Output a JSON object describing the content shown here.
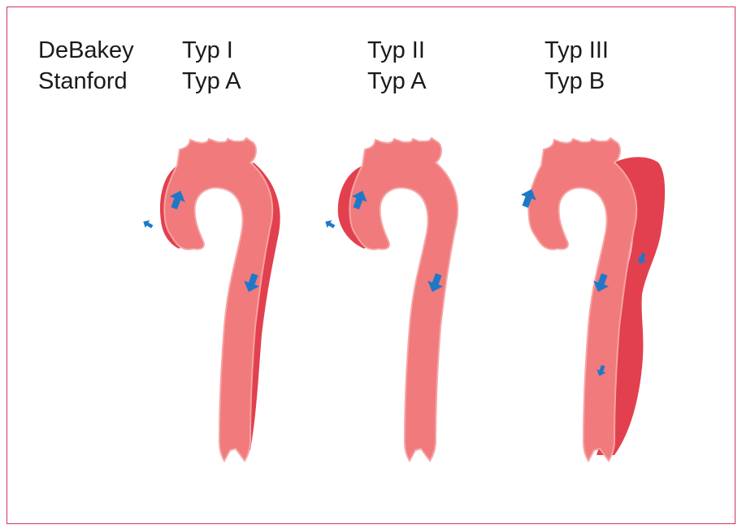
{
  "row_labels": {
    "debakey": "DeBakey",
    "stanford": "Stanford"
  },
  "types": [
    {
      "debakey": "Typ I",
      "stanford": "Typ A",
      "dissection": "ascending, arch and descending aorta"
    },
    {
      "debakey": "Typ II",
      "stanford": "Typ A",
      "dissection": "ascending aorta only"
    },
    {
      "debakey": "Typ III",
      "stanford": "Typ B",
      "dissection": "descending aorta only"
    }
  ],
  "colors": {
    "frame": "#d4325a",
    "aorta": "#f07a7c",
    "aorta_edge": "#f6a3a4",
    "false_lumen": "#e2404e",
    "arrow": "#1e78c8",
    "text": "#1a1a1a"
  },
  "icons": [
    "blood-flow-arrow-icon"
  ]
}
